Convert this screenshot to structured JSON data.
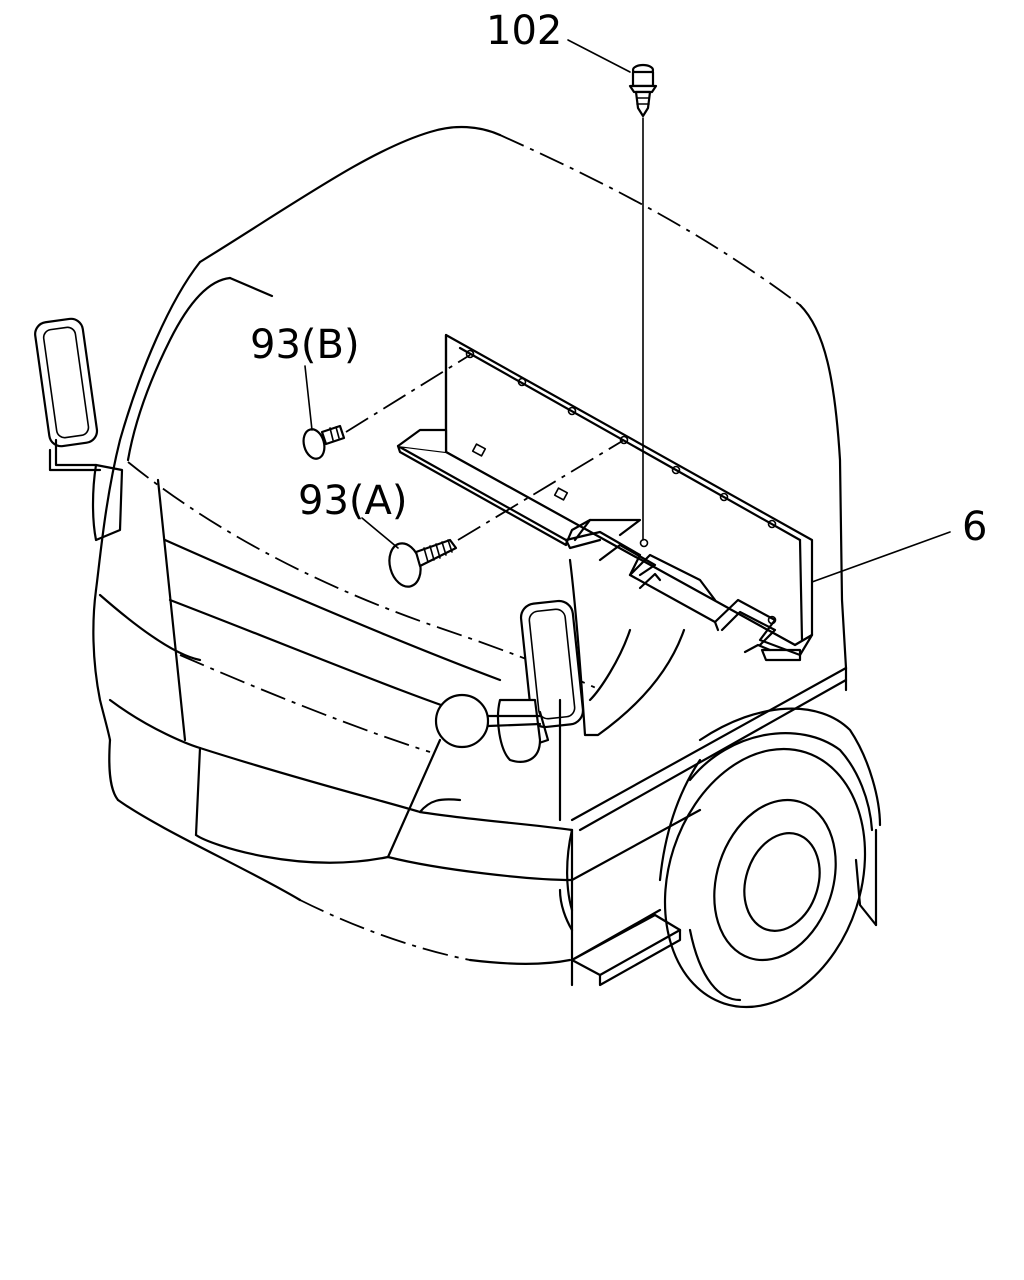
{
  "callouts": {
    "part_102": "102",
    "part_93b": "93(B)",
    "part_93a": "93(A)",
    "part_6": "6"
  }
}
